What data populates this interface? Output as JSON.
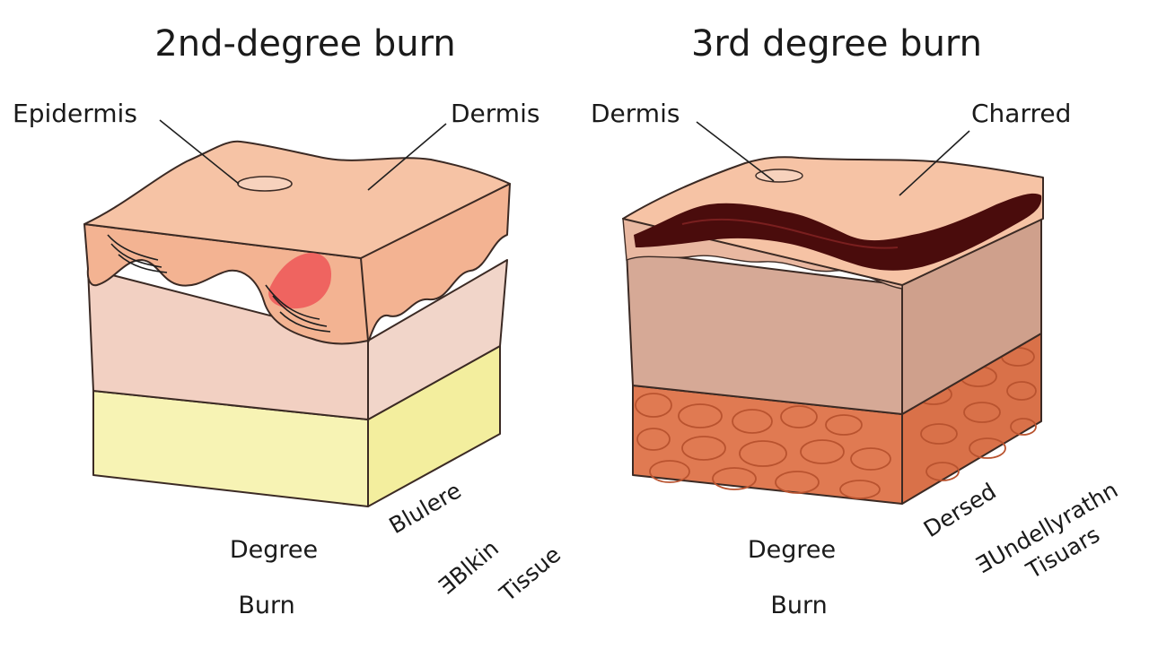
{
  "left": {
    "title": "2nd-degree burn",
    "labels": {
      "epidermis": "Epidermis",
      "dermis": "Dermis"
    },
    "bottom": {
      "line1": "Degree",
      "line2": "Burn"
    },
    "side": {
      "a": "Blulere",
      "b": "ƎBlkin",
      "c": "Tissue"
    }
  },
  "right": {
    "title": "3rd degree burn",
    "labels": {
      "dermis": "Dermis",
      "charred": "Charred"
    },
    "bottom": {
      "line1": "Degree",
      "line2": "Burn"
    },
    "side": {
      "a": "Dersed",
      "b": "ƎUndellyrathn",
      "c": "Tisuars"
    }
  },
  "colors": {
    "skin_top": "#f6c3a5",
    "epidermis_band": "#f3b392",
    "dermis_front": "#f2d0c2",
    "dermis_side": "#f1d5c9",
    "fat_front": "#f7f3b4",
    "fat_side": "#f3ee9e",
    "blister": "#ee5b5b",
    "charred": "#4a0c0c",
    "third_dermis_front": "#d6a996",
    "third_dermis_side": "#cfa08c",
    "underlying_front": "#e07a52",
    "underlying_side": "#d97149",
    "ink": "#3b2a24"
  }
}
